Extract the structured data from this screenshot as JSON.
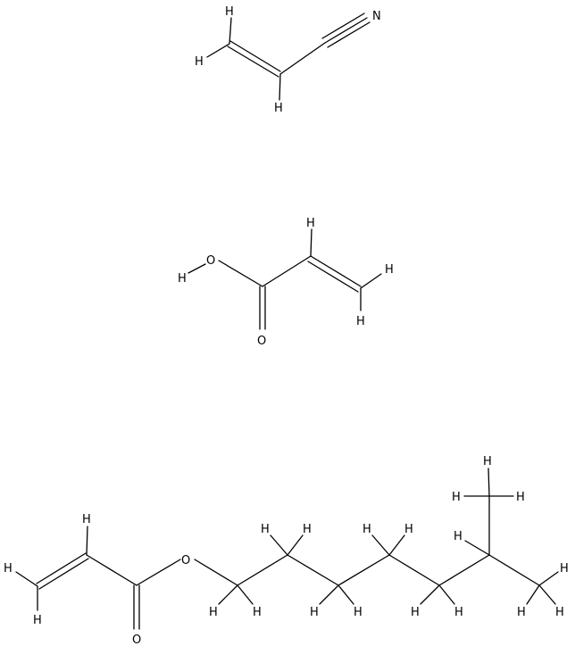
{
  "figure": {
    "molecules": [
      {
        "name": "acrylonitrile"
      },
      {
        "name": "acrylic acid"
      },
      {
        "name": "isooctyl acrylate"
      }
    ]
  },
  "atom_labels": {
    "H": "H",
    "N": "N",
    "O": "O"
  }
}
